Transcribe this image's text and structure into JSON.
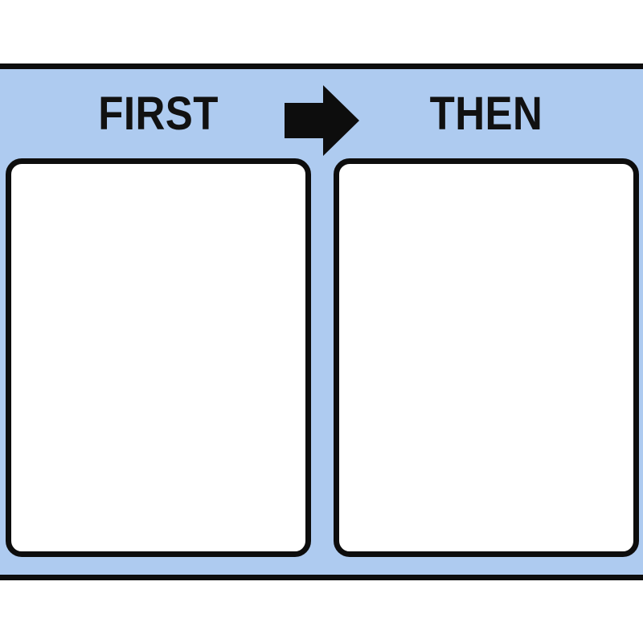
{
  "board": {
    "labels": {
      "first": "FIRST",
      "then": "THEN"
    },
    "arrow": {
      "icon": "right-arrow",
      "direction": "right"
    },
    "colors": {
      "background": "#aecbf0",
      "outline": "#0d0d0d",
      "panel_fill": "#ffffff",
      "text": "#111111"
    },
    "panels": [
      {
        "name": "first",
        "content": ""
      },
      {
        "name": "then",
        "content": ""
      }
    ]
  }
}
